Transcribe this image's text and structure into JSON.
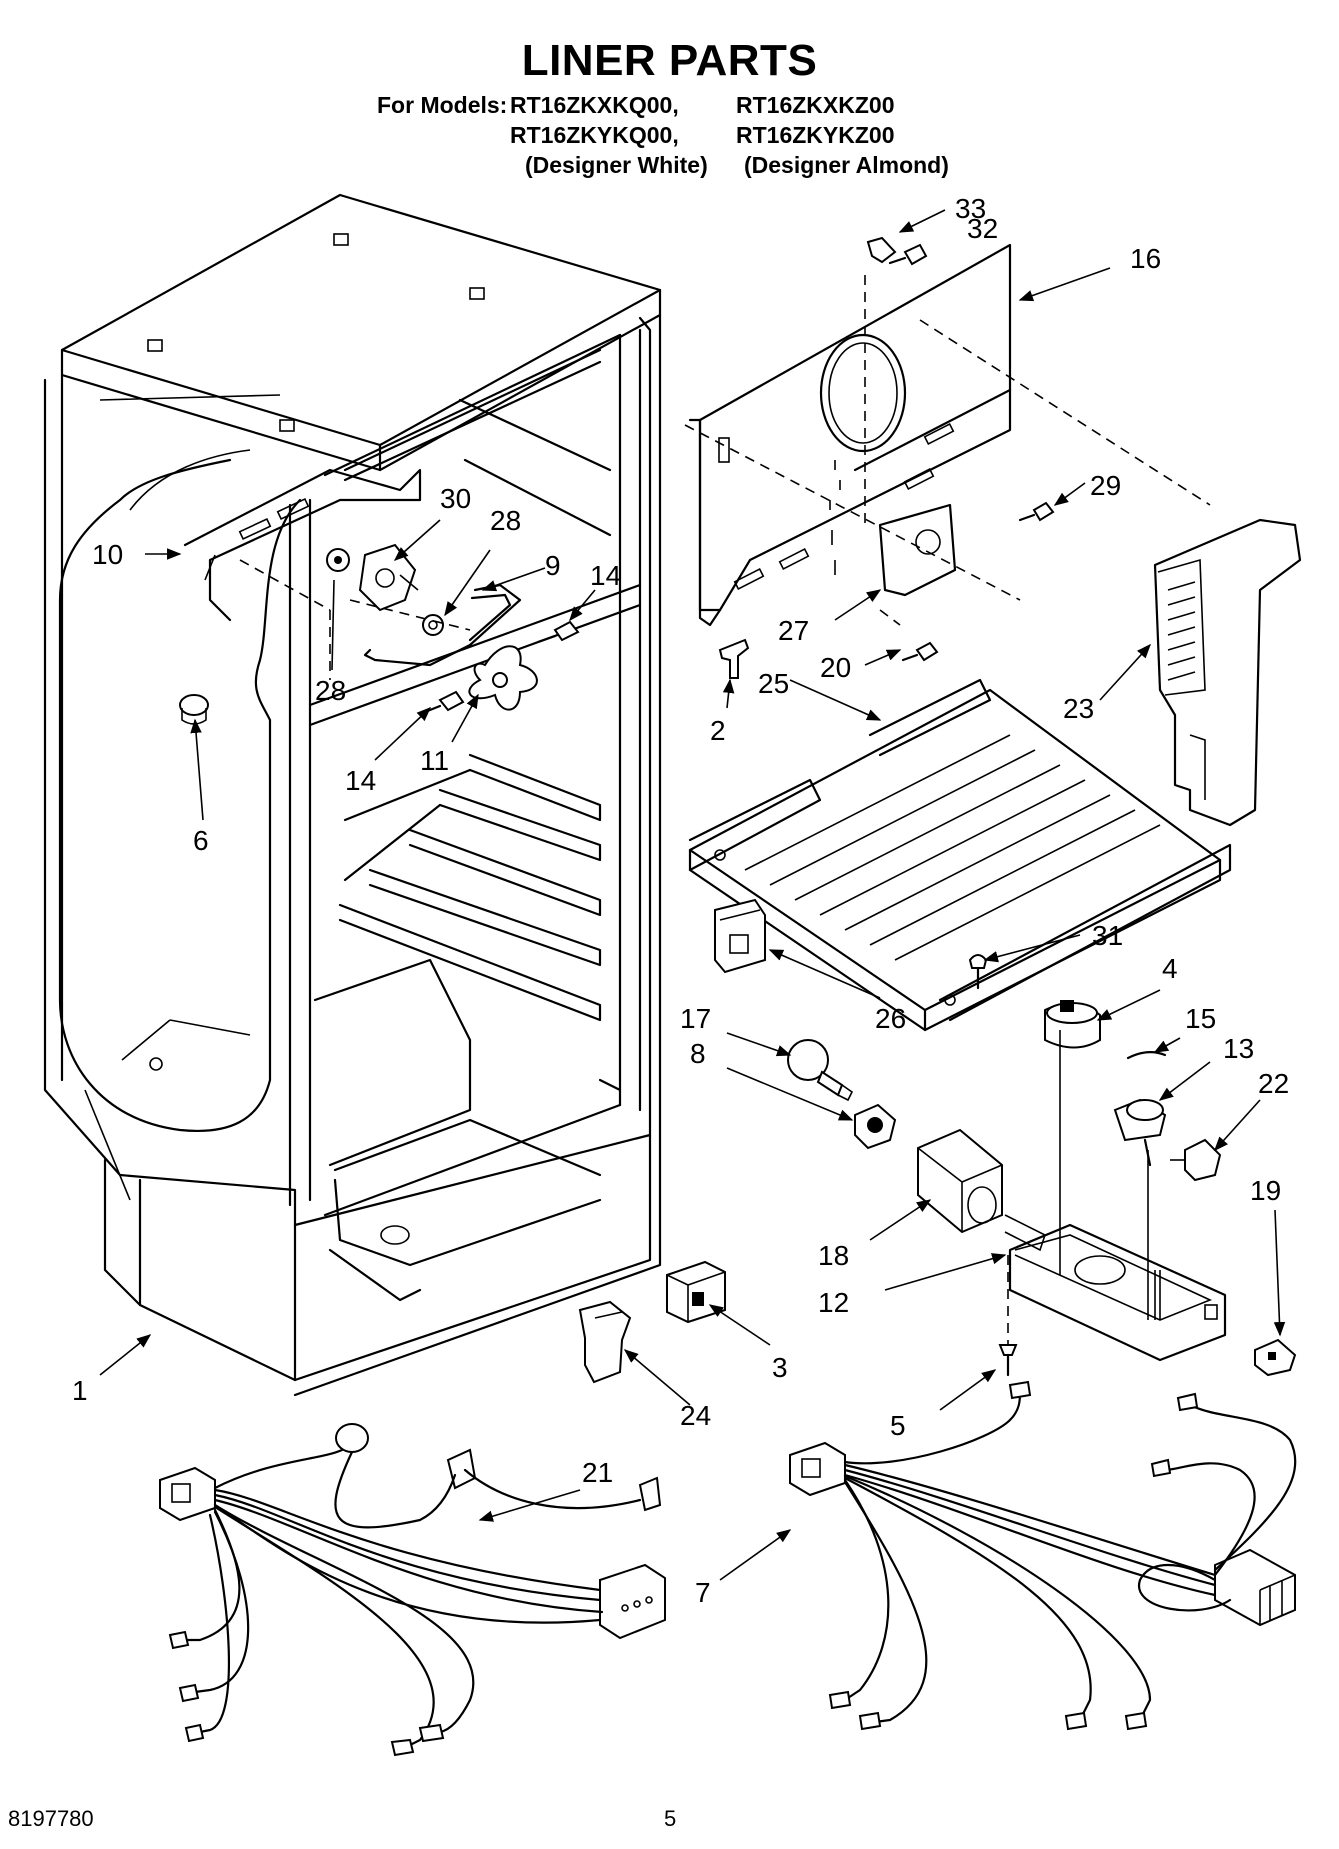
{
  "title": "LINER PARTS",
  "models": {
    "prefix": "For Models:",
    "row1": [
      "RT16ZKXKQ00,",
      "RT16ZKXKZ00"
    ],
    "row2": [
      "RT16ZKYKQ00,",
      "RT16ZKYKZ00"
    ],
    "row3": [
      "(Designer White)",
      "(Designer Almond)"
    ]
  },
  "callouts": {
    "c1": "1",
    "c2": "2",
    "c3": "3",
    "c4": "4",
    "c5": "5",
    "c6": "6",
    "c7": "7",
    "c8": "8",
    "c9": "9",
    "c10": "10",
    "c11": "11",
    "c12": "12",
    "c13": "13",
    "c14a": "14",
    "c14b": "14",
    "c15": "15",
    "c16": "16",
    "c17": "17",
    "c18": "18",
    "c19": "19",
    "c20": "20",
    "c21": "21",
    "c22": "22",
    "c23": "23",
    "c24": "24",
    "c25": "25",
    "c26": "26",
    "c27": "27",
    "c28a": "28",
    "c28b": "28",
    "c29": "29",
    "c30": "30",
    "c31": "31",
    "c32": "32",
    "c33": "33"
  },
  "footer": {
    "doc_number": "8197780",
    "page_number": "5"
  }
}
